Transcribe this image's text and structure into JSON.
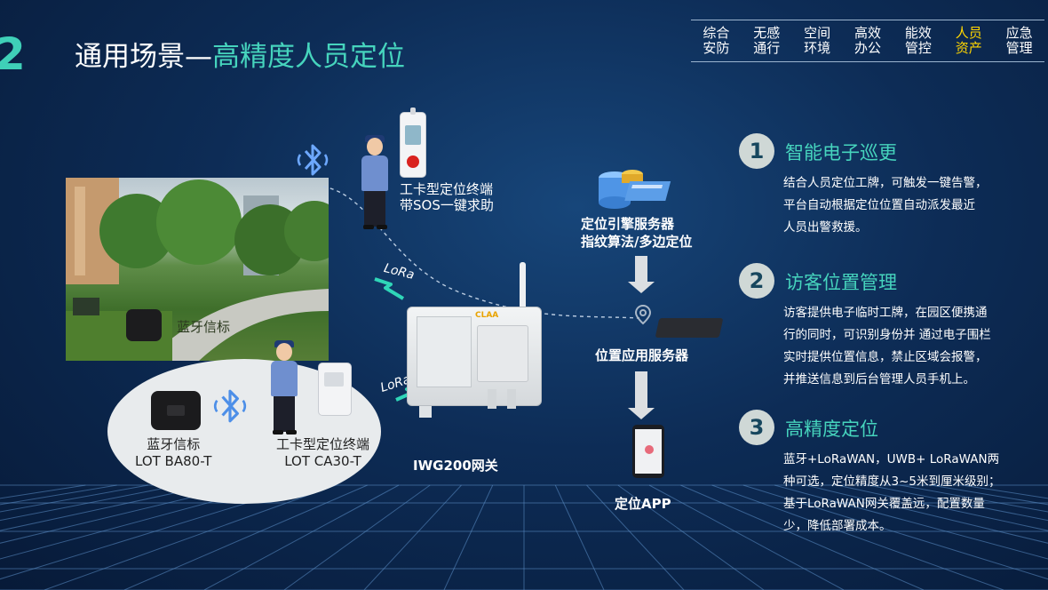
{
  "slide": {
    "number": "2",
    "title_part1": "通用场景—",
    "title_part2": "高精度人员定位"
  },
  "nav": {
    "items": [
      {
        "line1": "综合",
        "line2": "安防",
        "active": false
      },
      {
        "line1": "无感",
        "line2": "通行",
        "active": false
      },
      {
        "line1": "空间",
        "line2": "环境",
        "active": false
      },
      {
        "line1": "高效",
        "line2": "办公",
        "active": false
      },
      {
        "line1": "能效",
        "line2": "管控",
        "active": false
      },
      {
        "line1": "人员",
        "line2": "资产",
        "active": true
      },
      {
        "line1": "应急",
        "line2": "管理",
        "active": false
      }
    ],
    "active_color": "#ffd600"
  },
  "diagram": {
    "photo_beacon_label": "蓝牙信标",
    "sos_terminal_label_line1": "工卡型定位终端",
    "sos_terminal_label_line2": "带SOS一键求助",
    "beacon_label_line1": "蓝牙信标",
    "beacon_label_line2": "LOT BA80-T",
    "card_terminal_label_line1": "工卡型定位终端",
    "card_terminal_label_line2": "LOT CA30-T",
    "lora_label_1": "LoRa",
    "lora_label_2": "LoRa",
    "gateway_brand": "CLAA",
    "gateway_label": "IWG200网关",
    "engine_server_line1": "定位引擎服务器",
    "engine_server_line2": "指纹算法/多边定位",
    "location_server_label": "位置应用服务器",
    "app_label": "定位APP"
  },
  "sections": [
    {
      "number": "1",
      "title": "智能电子巡更",
      "lines": [
        "结合人员定位工牌，可触发一键告警，",
        "平台自动根据定位位置自动派发最近",
        "人员出警救援。"
      ]
    },
    {
      "number": "2",
      "title": "访客位置管理",
      "lines": [
        "访客提供电子临时工牌，在园区便携通",
        "行的同时，可识别身份并 通过电子围栏",
        "实时提供位置信息，禁止区域会报警，",
        "并推送信息到后台管理人员手机上。"
      ]
    },
    {
      "number": "3",
      "title": "高精度定位",
      "lines": [
        "蓝牙+LoRaWAN，UWB+ LoRaWAN两",
        "种可选，定位精度从3~5米到厘米级别；",
        "基于LoRaWAN网关覆盖远，配置数量",
        "少，降低部署成本。"
      ]
    }
  ],
  "colors": {
    "accent_teal": "#46d4bd",
    "background_navy": "#0d2c56",
    "bluetooth": "#7fb3ff",
    "lora_wave": "#2fd6b8"
  }
}
